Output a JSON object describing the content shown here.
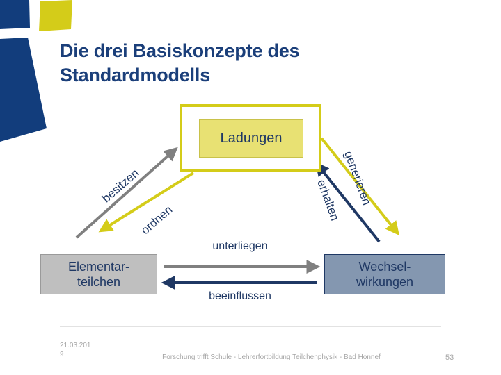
{
  "slide": {
    "title": "Die drei Basiskonzepte des Standardmodells",
    "background_color": "#ffffff"
  },
  "logo": {
    "name": "institution-logo",
    "blue_color": "#123d7c",
    "yellow_color": "#d4cc19"
  },
  "diagram": {
    "type": "triangle-concept-diagram",
    "nodes": [
      {
        "id": "ladungen",
        "label": "Ladungen",
        "fill": "#e8e173",
        "outer_border": "#d4cc19",
        "text_color": "#1f3864",
        "position": "top-center"
      },
      {
        "id": "elementarteilchen",
        "label": "Elementar-teilchen",
        "line1": "Elementar-",
        "line2": "teilchen",
        "fill": "#bfbfbf",
        "text_color": "#1f3864",
        "position": "bottom-left"
      },
      {
        "id": "wechselwirkungen",
        "label": "Wechsel-wirkungen",
        "line1": "Wechsel-",
        "line2": "wirkungen",
        "fill": "#8497b0",
        "text_color": "#1f3864",
        "position": "bottom-right"
      }
    ],
    "edges": [
      {
        "id": "besitzen",
        "label": "besitzen",
        "color": "#808080",
        "from": "elementarteilchen",
        "to": "ladungen",
        "direction": "up-right"
      },
      {
        "id": "ordnen",
        "label": "ordnen",
        "color": "#d4cc19",
        "from": "ladungen",
        "to": "elementarteilchen",
        "direction": "down-left"
      },
      {
        "id": "generieren",
        "label": "generieren",
        "color": "#d4cc19",
        "from": "ladungen",
        "to": "wechselwirkungen",
        "direction": "down-right"
      },
      {
        "id": "erhalten",
        "label": "erhalten",
        "color": "#1f3864",
        "from": "wechselwirkungen",
        "to": "ladungen",
        "direction": "up-left"
      },
      {
        "id": "unterliegen",
        "label": "unterliegen",
        "color": "#808080",
        "from": "elementarteilchen",
        "to": "wechselwirkungen",
        "direction": "right"
      },
      {
        "id": "beeinflussen",
        "label": "beeinflussen",
        "color": "#1f3864",
        "from": "wechselwirkungen",
        "to": "elementarteilchen",
        "direction": "left"
      }
    ]
  },
  "footer": {
    "date_line1": "21.03.201",
    "date_line2": "9",
    "center": "Forschung trifft Schule - Lehrerfortbildung Teilchenphysik - Bad Honnef",
    "page": "53",
    "text_color": "#a6a6a6"
  }
}
